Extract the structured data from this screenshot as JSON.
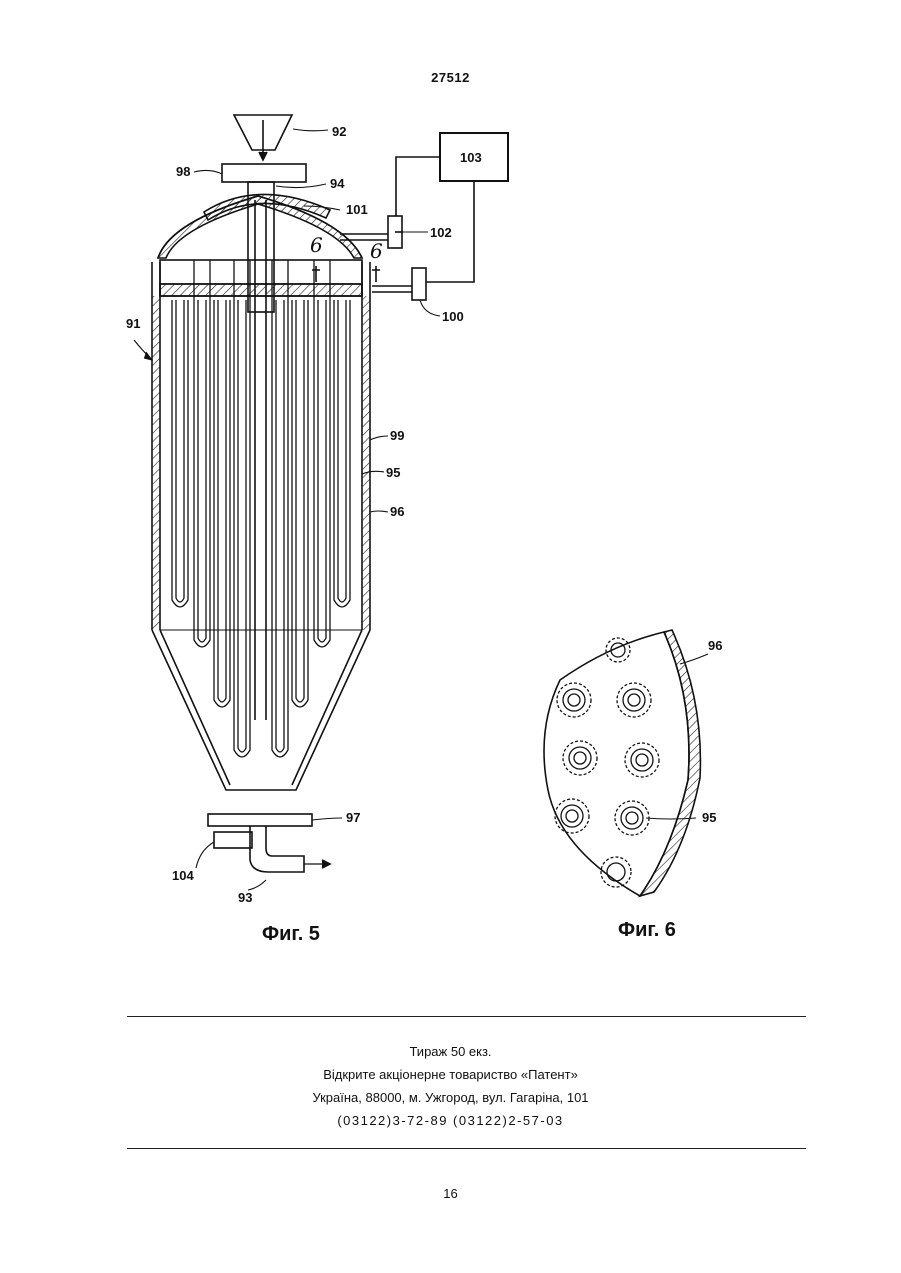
{
  "header": {
    "patent_number": "27512"
  },
  "figure5": {
    "caption": "Фиг. 5",
    "labels": {
      "l92": "92",
      "l98": "98",
      "l94": "94",
      "l101": "101",
      "l103": "103",
      "l102": "102",
      "l100": "100",
      "l91": "91",
      "l99": "99",
      "l95": "95",
      "l96": "96",
      "l97": "97",
      "l104": "104",
      "l93": "93",
      "sec_a": "6",
      "sec_b": "6"
    }
  },
  "figure6": {
    "caption": "Фиг. 6",
    "labels": {
      "l96": "96",
      "l95": "95"
    }
  },
  "footer": {
    "line1": "Тираж 50 екз.",
    "line2": "Відкрите акціонерне товариство «Патент»",
    "line3": "Україна, 88000, м. Ужгород, вул. Гагаріна, 101",
    "line4": "(03122)3-72-89   (03122)2-57-03"
  },
  "page_number": "16"
}
